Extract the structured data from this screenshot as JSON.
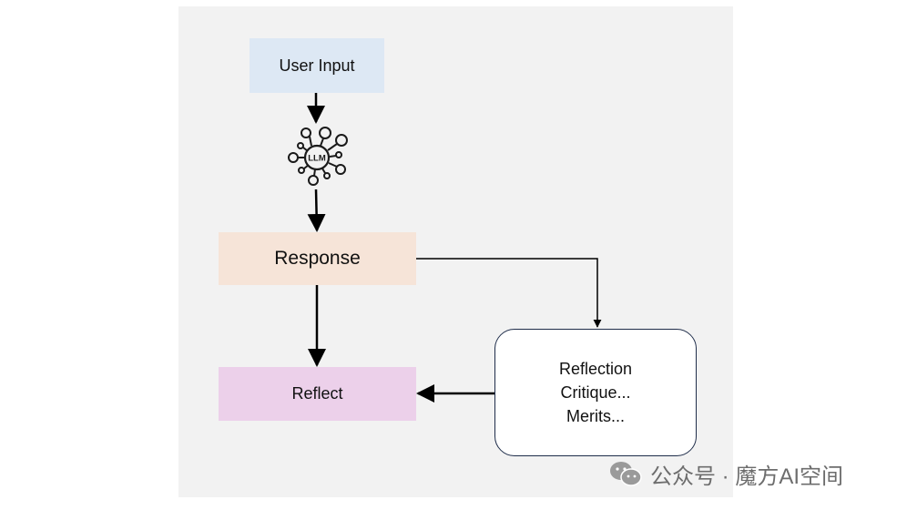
{
  "nodes": {
    "user_input": "User Input",
    "llm_icon": "LLM",
    "response": "Response",
    "reflect": "Reflect",
    "reflection_lines": [
      "Reflection",
      "Critique...",
      "Merits..."
    ]
  },
  "watermark": {
    "icon": "wechat-icon",
    "text": "公众号 · 魔方AI空间"
  },
  "colors": {
    "canvas": "#f2f2f2",
    "user_input": "#dde8f4",
    "response": "#f6e4d8",
    "reflect": "#ecd0ea",
    "reflection_border": "#1f2d4a",
    "arrows": "#000000"
  }
}
